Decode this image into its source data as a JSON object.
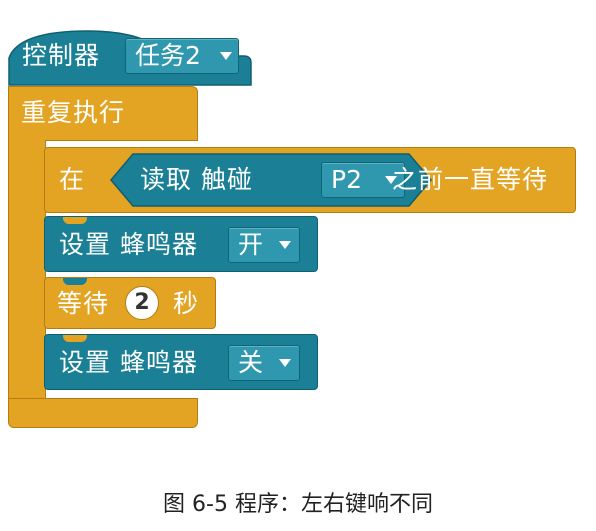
{
  "hat_block": {
    "label": "控制器",
    "task_dropdown": "任务2"
  },
  "forever_block": {
    "label": "重复执行"
  },
  "wait_until_block": {
    "label_before": "在",
    "sensor_block": {
      "label": "读取 触碰",
      "port_dropdown": "P2"
    },
    "label_after": "之前一直等待"
  },
  "set_buzzer_on_block": {
    "label": "设置 蜂鸣器",
    "state_dropdown": "开"
  },
  "wait_seconds_block": {
    "label_before": "等待",
    "seconds": "2",
    "label_after": "秒"
  },
  "set_buzzer_off_block": {
    "label": "设置 蜂鸣器",
    "state_dropdown": "关"
  },
  "caption": "图 6-5  程序：左右键响不同",
  "colors": {
    "control_block": "#1b8096",
    "loop_block": "#e3a424",
    "dropdown": "#2f98ae",
    "text": "#ffffff",
    "caption_text": "#222222"
  }
}
